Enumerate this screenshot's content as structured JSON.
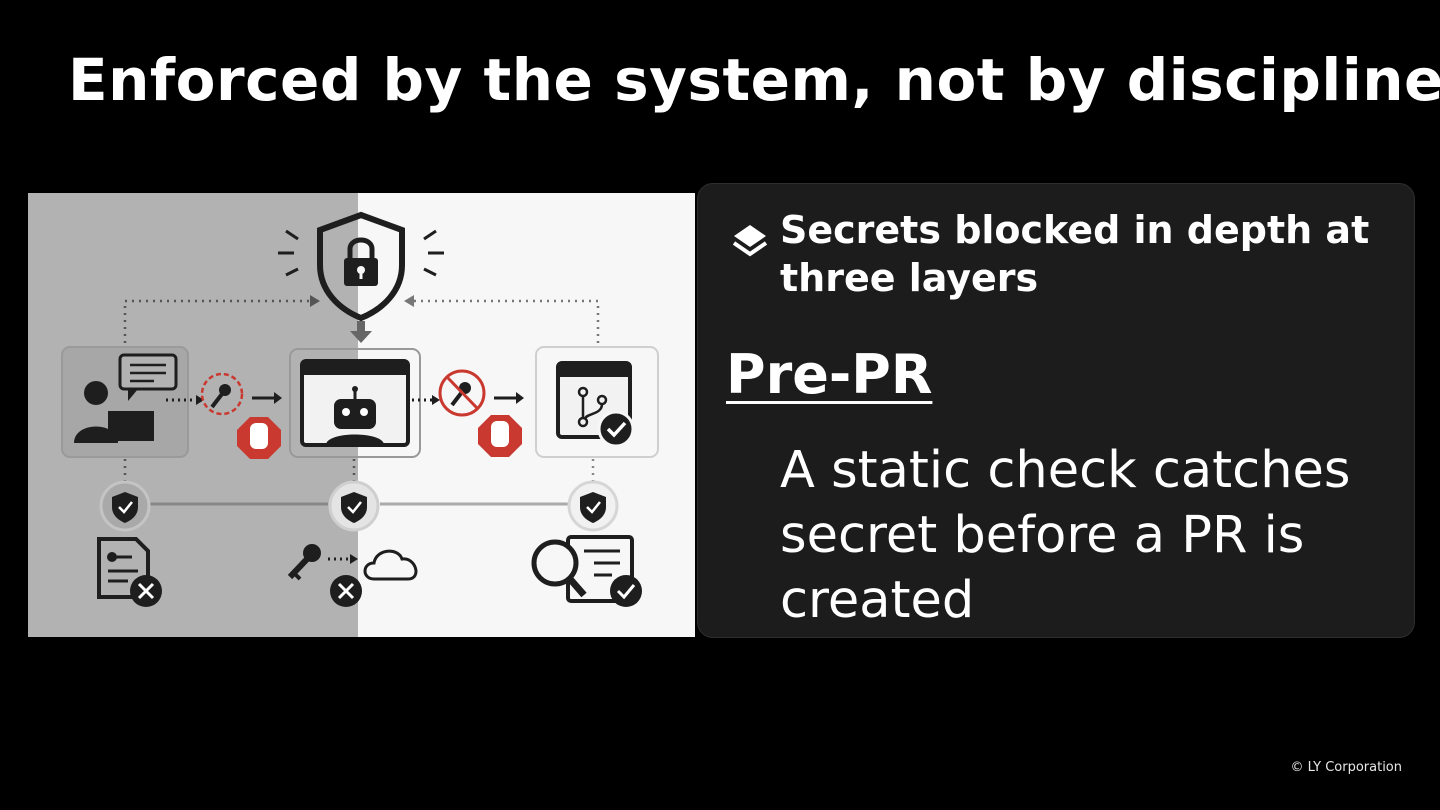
{
  "slide": {
    "title": "Enforced by the system, not by discipline",
    "panel": {
      "icon": "layers-icon",
      "heading": "Secrets blocked in depth at three layers",
      "section_title": "Pre-PR",
      "section_description": "A static check catches secret before a PR is created"
    },
    "footer": {
      "copyright": "© LY Corporation"
    }
  },
  "illustration": {
    "icons": [
      "shield-lock-icon",
      "developer-chat-icon",
      "key-icon",
      "stop-hand-icon",
      "robot-window-icon",
      "no-key-icon",
      "git-window-check-icon",
      "shield-check-icon",
      "document-key-blocked-icon",
      "key-to-cloud-blocked-icon",
      "search-document-check-icon"
    ],
    "colors": {
      "left_bg": "#b2b2b2",
      "right_bg": "#f7f7f7",
      "stop_red": "#c9392f",
      "ink": "#1e1e1e"
    }
  }
}
